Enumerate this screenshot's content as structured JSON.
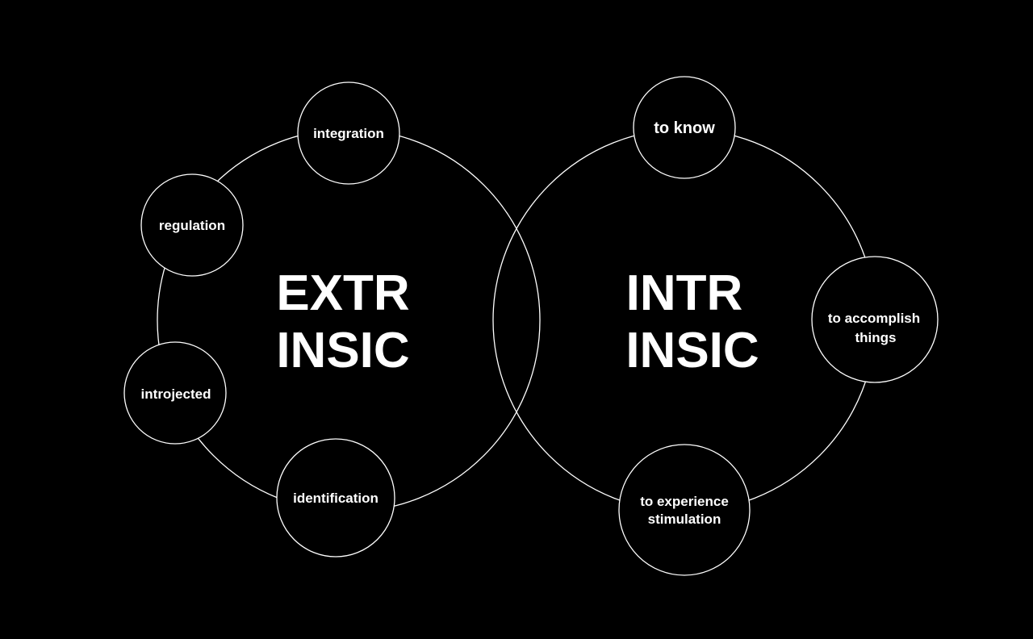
{
  "extrinsic": {
    "title_line1": "EXTR",
    "title_line2": "INSIC",
    "nodes": {
      "integration": "integration",
      "regulation": "regulation",
      "introjected": "introjected",
      "identification": "identification"
    }
  },
  "intrinsic": {
    "title_line1": "INTR",
    "title_line2": "INSIC",
    "nodes": {
      "to_know": "to know",
      "accomplish_line1": "to accomplish",
      "accomplish_line2": "things",
      "experience_line1": "to experience",
      "experience_line2": "stimulation"
    }
  }
}
